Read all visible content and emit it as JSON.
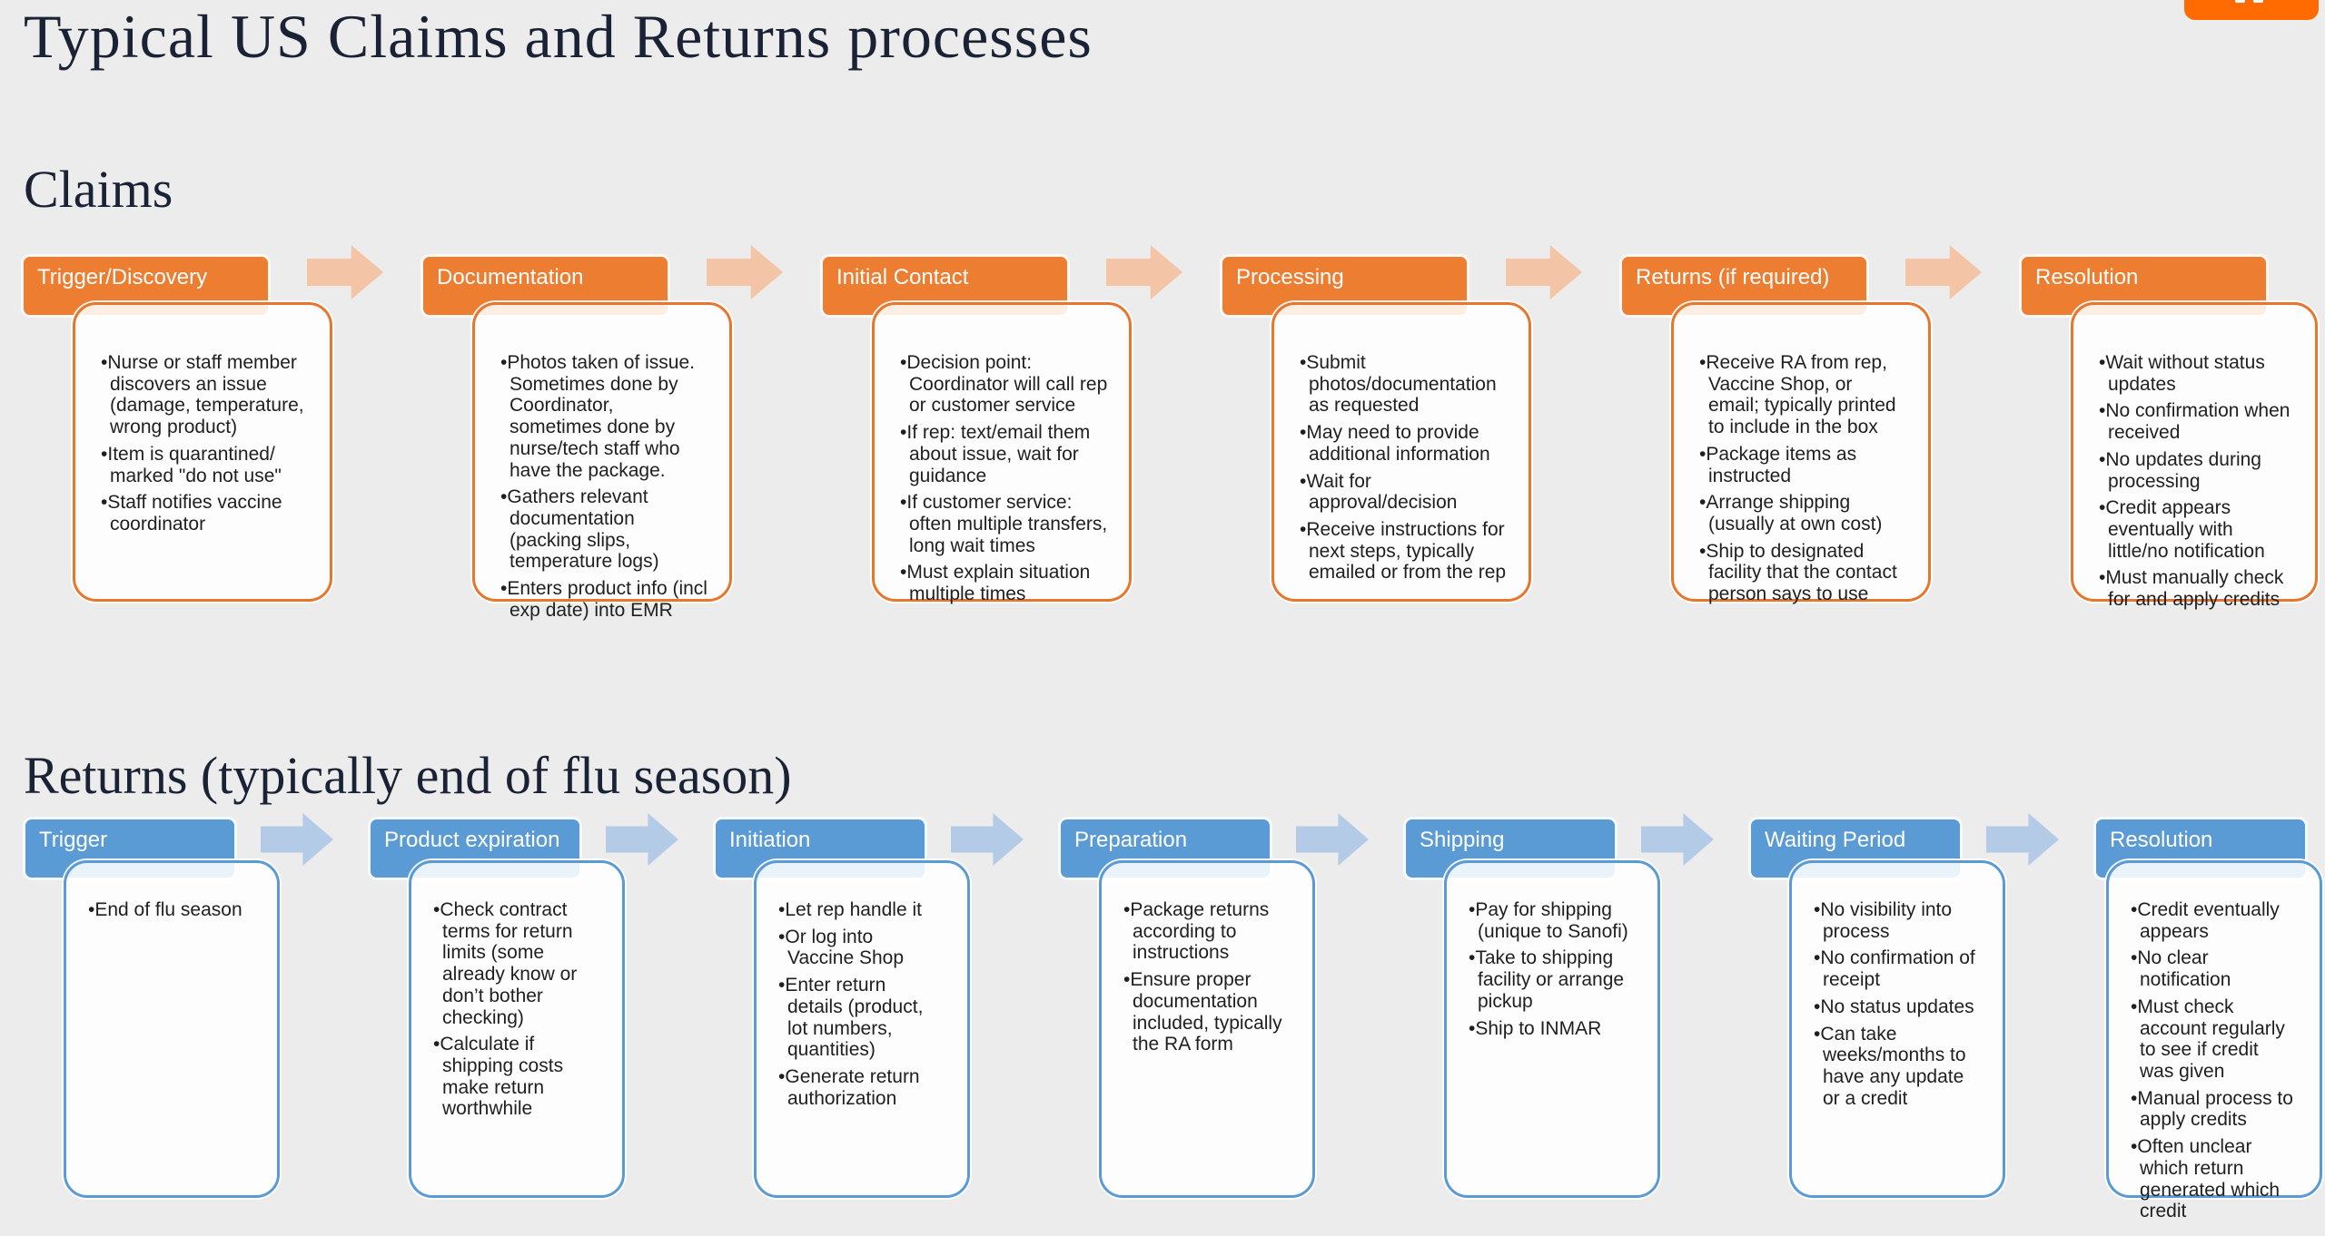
{
  "page": {
    "title": "Typical US Claims and Returns processes",
    "background_color": "#EDECEC",
    "heading_color": "#1A2235",
    "top_button_color": "#FF6B00"
  },
  "claims": {
    "heading": "Claims",
    "accent_color": "#ED7D31",
    "arrow_color": "#F3C4A6",
    "stages": [
      {
        "label": "Trigger/Discovery",
        "bullets": [
          "Nurse or staff member discovers an  issue (damage, temperature, wrong product)",
          "Item is quarantined/ marked \"do not use\"",
          "Staff notifies vaccine coordinator"
        ]
      },
      {
        "label": "Documentation",
        "bullets": [
          "Photos taken of issue. Sometimes done by Coordinator, sometimes done by nurse/tech staff who have the package.",
          "Gathers relevant documentation (packing slips, temperature logs)",
          "Enters product info (incl exp date) into EMR"
        ]
      },
      {
        "label": "Initial Contact",
        "bullets": [
          "Decision point: Coordinator will call rep or customer service",
          "If rep: text/email them about issue, wait for guidance",
          "If customer service: often multiple transfers, long wait times",
          "Must explain situation multiple times"
        ]
      },
      {
        "label": "Processing",
        "bullets": [
          "Submit photos/documentation as requested",
          "May need to provide additional information",
          "Wait for approval/decision",
          "Receive instructions for next steps, typically emailed or from the rep"
        ]
      },
      {
        "label": "Returns (if required)",
        "bullets": [
          "Receive RA from rep, Vaccine Shop, or email; typically printed to include in the box",
          "Package items as instructed",
          "Arrange shipping (usually at own cost)",
          "Ship to designated facility that the contact person says to use"
        ]
      },
      {
        "label": "Resolution",
        "bullets": [
          "Wait without status updates",
          "No confirmation when received",
          "No updates during processing",
          "Credit appears eventually with little/no notification",
          "Must manually check for and apply credits"
        ]
      }
    ]
  },
  "returns": {
    "heading": "Returns (typically end of flu season)",
    "accent_color": "#5B9BD5",
    "arrow_color": "#B4CBE8",
    "stages": [
      {
        "label": "Trigger",
        "bullets": [
          "End of flu season"
        ]
      },
      {
        "label": "Product expiration",
        "bullets": [
          "Check contract terms for return limits (some already know or don’t bother checking)",
          "Calculate if shipping costs make return worthwhile"
        ]
      },
      {
        "label": "Initiation",
        "bullets": [
          "Let rep handle it",
          "Or log into Vaccine Shop",
          "Enter return details (product, lot numbers, quantities)",
          "Generate return authorization"
        ]
      },
      {
        "label": "Preparation",
        "bullets": [
          "Package returns according to instructions",
          "Ensure proper documentation included, typically the RA form"
        ]
      },
      {
        "label": "Shipping",
        "bullets": [
          "Pay for shipping (unique to Sanofi)",
          "Take to shipping facility or arrange pickup",
          "Ship to INMAR"
        ]
      },
      {
        "label": "Waiting Period",
        "bullets": [
          "No visibility into process",
          "No confirmation of receipt",
          "No status updates",
          "Can take weeks/months to have any update or a credit"
        ]
      },
      {
        "label": "Resolution",
        "bullets": [
          "Credit eventually appears",
          "No clear notification",
          "Must check account regularly to see if credit was given",
          "Manual process to apply credits",
          "Often unclear which return generated which credit"
        ]
      }
    ]
  }
}
